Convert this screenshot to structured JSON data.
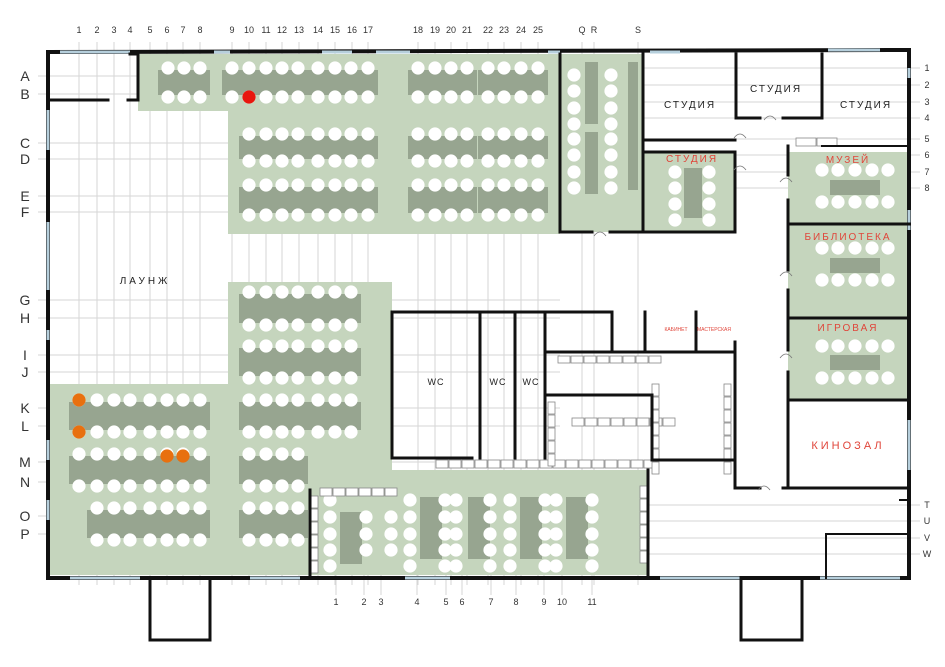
{
  "colors": {
    "zone": "#c5d5bd",
    "table": "#97a590",
    "seat": "#ffffff",
    "wall": "#111111",
    "window": "#b6cfdc",
    "grid": "#d6d6d6",
    "seat_selected": "#e8160e",
    "seat_taken": "#e8700f",
    "accent_text": "#e0453a"
  },
  "top_columns": [
    "1",
    "2",
    "3",
    "4",
    "5",
    "6",
    "7",
    "8",
    "9",
    "10",
    "11",
    "12",
    "13",
    "14",
    "15",
    "16",
    "17",
    "18",
    "19",
    "20",
    "21",
    "22",
    "23",
    "24",
    "25",
    "Q",
    "R",
    "S"
  ],
  "left_rows": [
    "A",
    "B",
    "C",
    "D",
    "E",
    "F",
    "G",
    "H",
    "I",
    "J",
    "K",
    "L",
    "M",
    "N",
    "O",
    "P"
  ],
  "right_rows": [
    "1",
    "2",
    "3",
    "4",
    "5",
    "6",
    "7",
    "8",
    "T",
    "U",
    "V",
    "W"
  ],
  "bottom_columns": [
    "1",
    "2",
    "3",
    "4",
    "5",
    "6",
    "7",
    "8",
    "9",
    "10",
    "11"
  ],
  "rooms": {
    "lounge": "ЛАУНЖ",
    "studio_1": "СТУДИЯ",
    "studio_2": "СТУДИЯ",
    "studio_3": "СТУДИЯ",
    "studio_4": "СТУДИЯ",
    "museum": "МУЗЕЙ",
    "library": "БИБЛИОТЕКА",
    "gameroom": "ИГРОВАЯ",
    "cinema": "КИНОЗАЛ",
    "cabinet": "КАБИНЕТ",
    "workshop": "МАСТЕРСКАЯ",
    "wc_1": "WC",
    "wc_2": "WC",
    "wc_3": "WC"
  }
}
